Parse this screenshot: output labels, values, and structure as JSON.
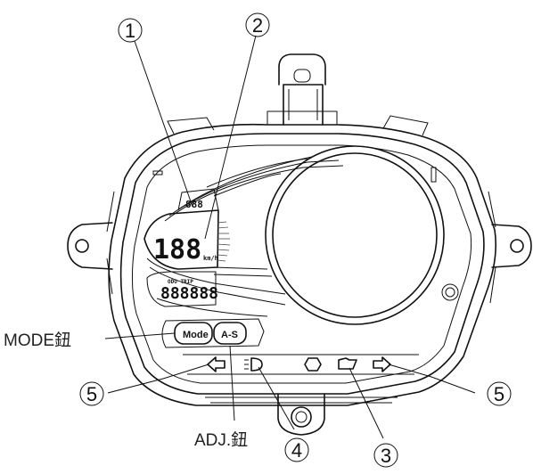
{
  "callouts": [
    {
      "number": "1",
      "glyph": "①"
    },
    {
      "number": "2",
      "glyph": "②"
    },
    {
      "number": "3",
      "glyph": "③"
    },
    {
      "number": "4",
      "glyph": "④"
    },
    {
      "number": "5",
      "glyph": "⑤"
    }
  ],
  "labels": {
    "mode_button": "MODE鈕",
    "adj_button": "ADJ.鈕"
  },
  "buttons": {
    "mode": "Mode",
    "adj": "A-S"
  },
  "lcd": {
    "speed_digits": "188",
    "trip_digits": "888888",
    "fuel_small": "888"
  },
  "icons": [
    "left-turn-signal-icon",
    "headlight-icon",
    "neutral-indicator-icon",
    "oil-warning-icon",
    "right-turn-signal-icon"
  ]
}
